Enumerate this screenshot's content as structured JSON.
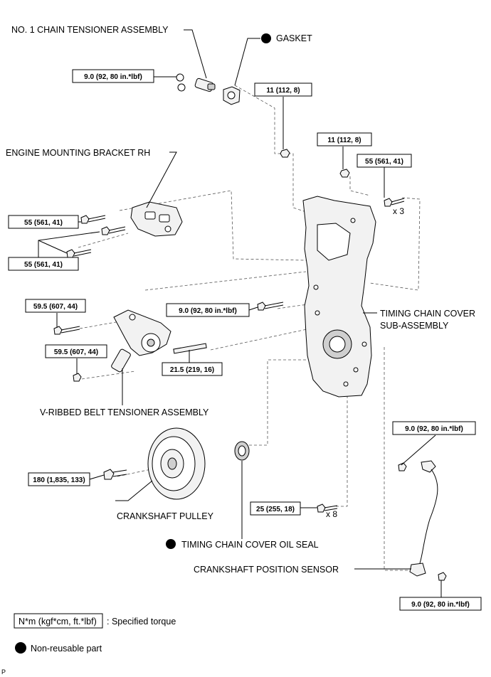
{
  "labels": {
    "chain_tensioner": "NO. 1 CHAIN TENSIONER ASSEMBLY",
    "gasket": "GASKET",
    "engine_mount": "ENGINE MOUNTING BRACKET RH",
    "timing_cover_1": "TIMING CHAIN COVER",
    "timing_cover_2": "SUB-ASSEMBLY",
    "belt_tensioner": "V-RIBBED BELT TENSIONER ASSEMBLY",
    "crank_pulley": "CRANKSHAFT PULLEY",
    "oil_seal": "TIMING CHAIN COVER OIL SEAL",
    "crank_sensor": "CRANKSHAFT POSITION SENSOR"
  },
  "torques": {
    "t_tensioner": "9.0 (92, 80 in.*lbf)",
    "t_nut1": "11 (112, 8)",
    "t_nut2": "11 (112, 8)",
    "t_bolt_x3": "55 (561, 41)",
    "t_mount_top": "55 (561, 41)",
    "t_mount_bottom": "55 (561, 41)",
    "t_belt_top": "59.5 (607, 44)",
    "t_belt_bottom": "59.5 (607, 44)",
    "t_cover_bolt": "9.0 (92, 80 in.*lbf)",
    "t_stud": "21.5 (219, 16)",
    "t_sensor_top": "9.0 (92, 80 in.*lbf)",
    "t_pulley": "180 (1,835, 133)",
    "t_bolt_x8": "25 (255, 18)",
    "t_sensor_bottom": "9.0 (92, 80 in.*lbf)"
  },
  "quantities": {
    "x3": "x 3",
    "x8": "x 8"
  },
  "legend": {
    "unit_box": "N*m (kgf*cm, ft.*lbf)",
    "unit_text": ": Specified torque",
    "nonreusable": "Non-reusable part"
  },
  "corner_mark": "P"
}
